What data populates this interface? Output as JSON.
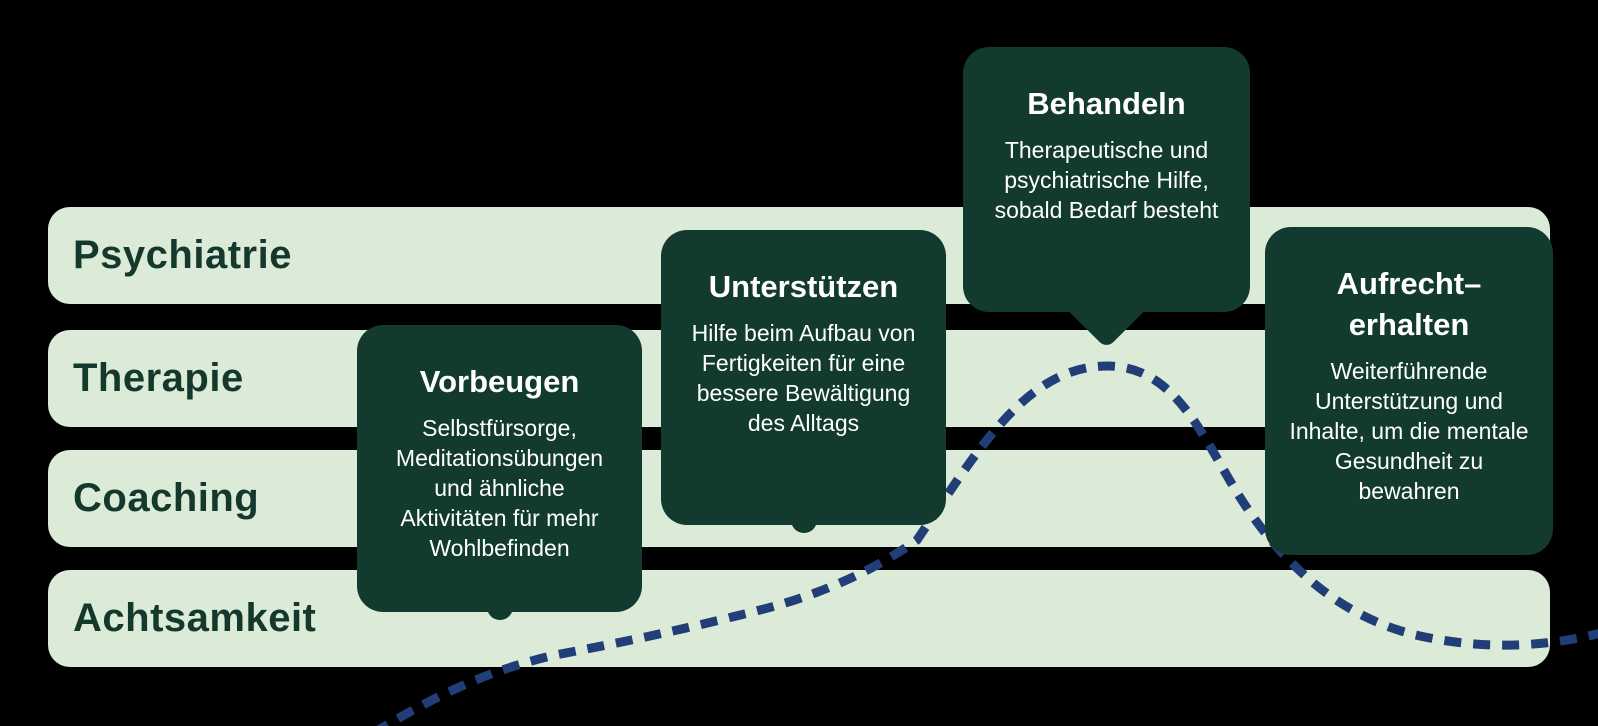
{
  "diagram": {
    "description_bars": "vertical stack of mental-health service levels",
    "bars": [
      {
        "label": "Psychiatrie"
      },
      {
        "label": "Therapie"
      },
      {
        "label": "Coaching"
      },
      {
        "label": "Achtsamkeit"
      }
    ],
    "callouts": [
      {
        "title": "Vorbeugen",
        "body": "Selbstfürsorge, Meditationsübungen und ähnliche Aktivitäten für mehr Wohlbefinden",
        "tail": "round-bump"
      },
      {
        "title": "Unterstützen",
        "body": "Hilfe beim Aufbau von Fertigkeiten für eine bessere Bewältigung des Alltags",
        "tail": "round-bump"
      },
      {
        "title": "Behandeln",
        "body": "Therapeutische und psychiatrische Hilfe, sobald Bedarf besteht",
        "tail": "pointed"
      },
      {
        "title": "Aufrecht–\nerhalten",
        "body": "Weiterführende Unterstützung und Inhalte, um die mentale Gesundheit zu bewahren",
        "tail": "none"
      }
    ],
    "curve": {
      "name": "dashed-wellbeing-journey-curve",
      "style": "dashed",
      "shape": "rises gently from bottom left, peaks below the Behandeln tail, falls and levels off at bottom right"
    },
    "colors": {
      "background": "#000000",
      "bar_fill": "#dcebd7",
      "bar_text": "#14392c",
      "callout_fill": "#123a2e",
      "callout_text": "#ffffff",
      "curve": "#223e78"
    }
  }
}
